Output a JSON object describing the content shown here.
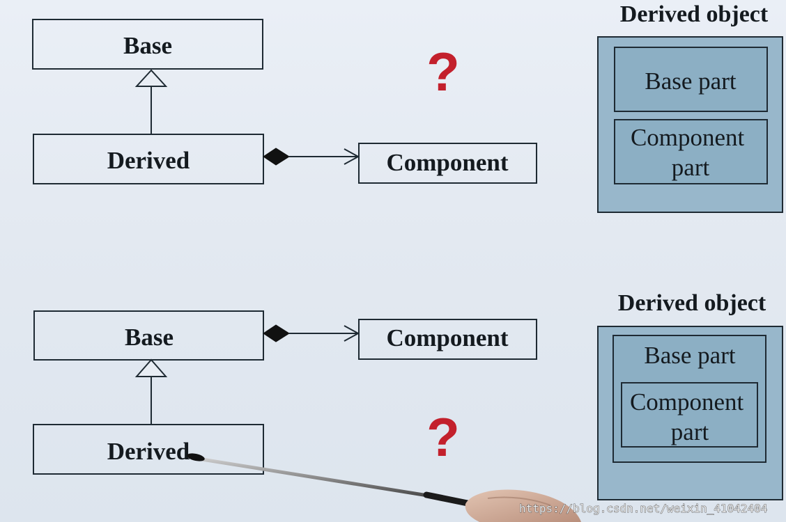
{
  "diagrams": [
    {
      "base_class": "Base",
      "derived_class": "Derived",
      "component_class": "Component",
      "question_mark": "?",
      "object_title": "Derived object",
      "base_part": "Base part",
      "component_part": [
        "Component",
        "part"
      ]
    },
    {
      "base_class": "Base",
      "derived_class": "Derived",
      "component_class": "Component",
      "question_mark": "?",
      "object_title": "Derived object",
      "base_part": "Base part",
      "component_part": [
        "Component",
        "part"
      ]
    }
  ],
  "watermark": "https://blog.csdn.net/weixin_41042404",
  "colors": {
    "question_mark": "#c3202c",
    "object_fill": "#98b7cb",
    "part_fill": "#8cafc4",
    "outline": "#1e2a33"
  },
  "icons": {
    "pointer": "pointer-stick-icon",
    "hand": "hand-icon"
  }
}
